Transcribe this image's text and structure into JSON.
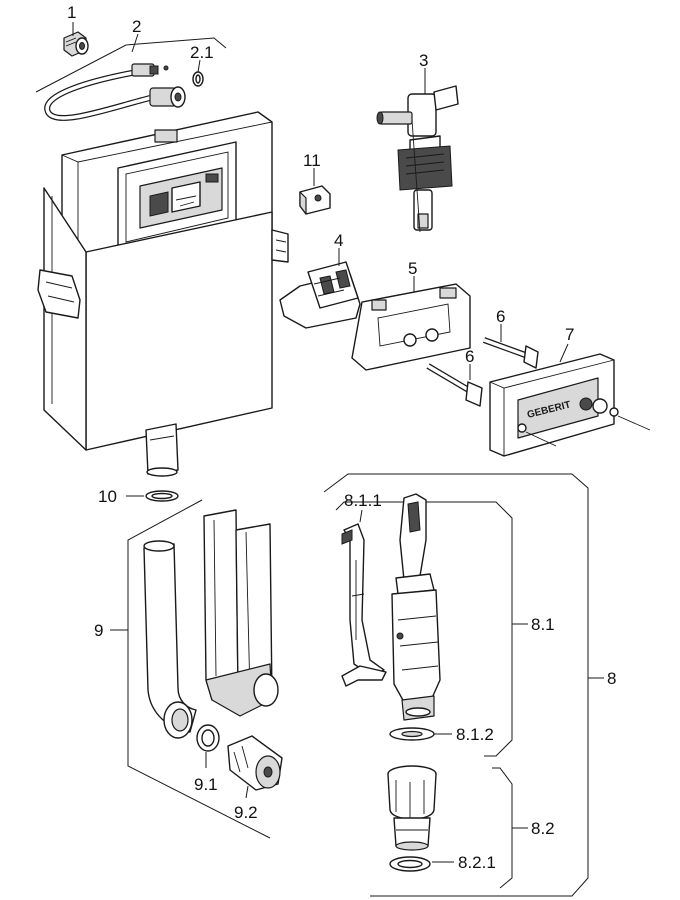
{
  "labels": {
    "p1": "1",
    "p2": "2",
    "p2_1": "2.1",
    "p3": "3",
    "p4": "4",
    "p5": "5",
    "p6a": "6",
    "p6b": "6",
    "p7": "7",
    "p8": "8",
    "p8_1": "8.1",
    "p8_1_1": "8.1.1",
    "p8_1_2": "8.1.2",
    "p8_2": "8.2",
    "p8_2_1": "8.2.1",
    "p9": "9",
    "p9_1": "9.1",
    "p9_2": "9.2",
    "p10": "10",
    "p11": "11"
  },
  "brand": {
    "frame_text": "GEBERIT"
  }
}
